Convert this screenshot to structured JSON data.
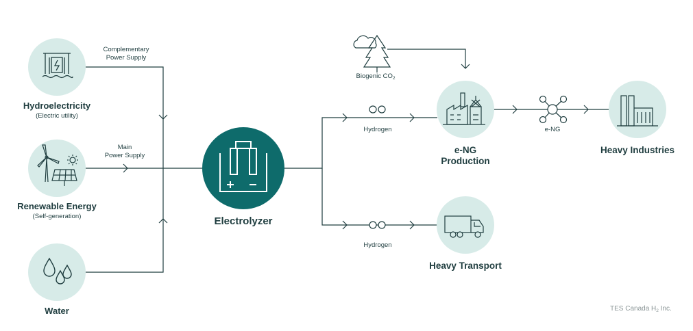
{
  "colors": {
    "line": "#1f3d3f",
    "circle_fill": "#d7ebe8",
    "electrolyzer_fill": "#0e6b6b",
    "icon_white": "#ffffff"
  },
  "sources": {
    "hydro": {
      "title": "Hydroelectricity",
      "sub": "(Electric utility)",
      "icon": "dam-icon"
    },
    "renewable": {
      "title": "Renewable Energy",
      "sub": "(Self-generation)",
      "icon": "wind-solar-icon"
    },
    "water": {
      "title": "Water",
      "icon": "water-drops-icon"
    }
  },
  "supply_labels": {
    "complementary_1": "Complementary",
    "complementary_2": "Power Supply",
    "main_1": "Main",
    "main_2": "Power Supply"
  },
  "electrolyzer": {
    "title": "Electrolyzer",
    "icon": "battery-icon"
  },
  "biogenic": {
    "text": "Biogenic CO",
    "sub": "2",
    "icon": "cloud-tree-icon"
  },
  "hydrogen_labels": {
    "upper": "Hydrogen",
    "lower": "Hydrogen"
  },
  "eng_production": {
    "title_1": "e-NG",
    "title_2": "Production",
    "icon": "factory-icon"
  },
  "eng_label": {
    "text": "e-NG",
    "icon": "molecule-icon"
  },
  "heavy_industries": {
    "title": "Heavy Industries",
    "icon": "industry-icon"
  },
  "heavy_transport": {
    "title": "Heavy Transport",
    "icon": "truck-icon"
  },
  "credit": {
    "pre": "TES Canada H",
    "sub": "2",
    "post": " Inc."
  }
}
